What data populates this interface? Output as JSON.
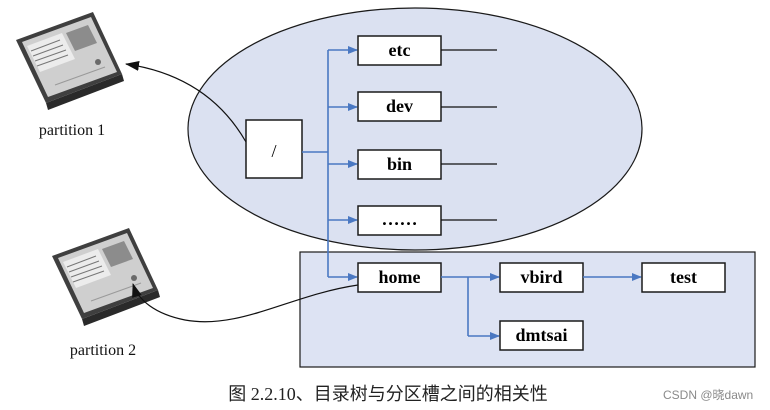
{
  "partitions": {
    "p1": "partition 1",
    "p2": "partition 2"
  },
  "tree": {
    "root": "/",
    "etc": "etc",
    "dev": "dev",
    "bin": "bin",
    "more": "……",
    "home": "home",
    "vbird": "vbird",
    "dmtsai": "dmtsai",
    "test": "test"
  },
  "caption": "图 2.2.10、目录树与分区槽之间的相关性",
  "watermark": "CSDN @晓dawn",
  "icons": [
    "hard-disk-icon",
    "hard-disk-icon"
  ],
  "colors": {
    "ellipse_fill": "#dbe1f1",
    "region_fill": "#dde3f3",
    "arrow": "#4a78c2",
    "outline": "#1a1a1a"
  }
}
